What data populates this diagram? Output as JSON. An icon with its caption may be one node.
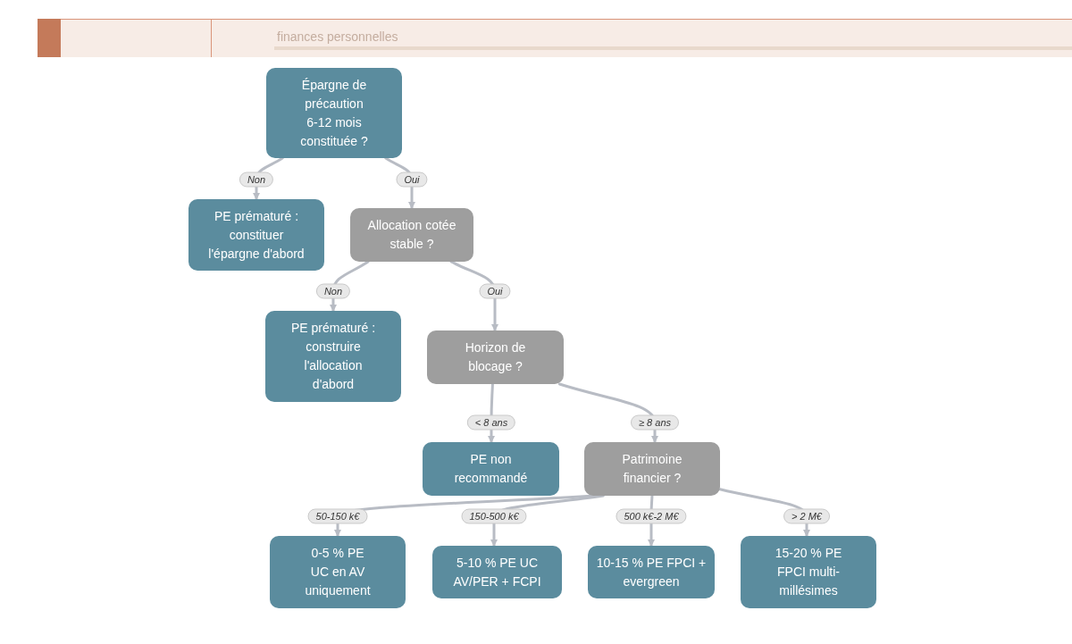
{
  "diagram": {
    "nodes": [
      {
        "text": [
          "Épargne de précaution 6-12 mois constituée ?"
        ]
      },
      {
        "text": [
          "PE prématuré : constituer l'épargne d'abord"
        ]
      },
      {
        "text": [
          "Allocation cotée stable ?"
        ]
      },
      {
        "text": [
          "PE prématuré : construire l'allocation d'abord"
        ]
      },
      {
        "text": [
          "Horizon de blocage ?"
        ]
      },
      {
        "text": [
          "PE non recommandé"
        ]
      },
      {
        "text": [
          "Patrimoine financier ?"
        ]
      },
      {
        "text": [
          "0-5 % PE UC en AV uniquement"
        ]
      },
      {
        "text": [
          "5-10 % PE UC AV/PER + FCPI"
        ]
      },
      {
        "text": [
          "10-15 % PE FPCI + evergreen"
        ]
      },
      {
        "text": [
          "15-20 % PE FPCI multi-millésimes"
        ]
      }
    ],
    "edges": [
      {
        "from": 0,
        "to": 1,
        "arrow": "to",
        "label": "Non"
      },
      {
        "from": 0,
        "to": 2,
        "arrow": "to",
        "label": "Oui"
      },
      {
        "from": 2,
        "to": 3,
        "arrow": "to",
        "label": "Non"
      },
      {
        "from": 2,
        "to": 4,
        "arrow": "to",
        "label": "Oui"
      },
      {
        "from": 4,
        "to": 5,
        "arrow": "to",
        "label": "< 8 ans"
      },
      {
        "from": 4,
        "to": 6,
        "arrow": "to",
        "label": "≥ 8 ans"
      },
      {
        "from": 6,
        "to": 7,
        "arrow": "to",
        "label": "50-150 k€"
      },
      {
        "from": 6,
        "to": 8,
        "arrow": "to",
        "label": "150-500 k€"
      },
      {
        "from": 6,
        "to": 9,
        "arrow": "to",
        "label": "500 k€-2 M€"
      },
      {
        "from": 6,
        "to": 10,
        "arrow": "to",
        "label": "> 2 M€"
      }
    ],
    "labels": [
      "finances personnelles"
    ]
  }
}
